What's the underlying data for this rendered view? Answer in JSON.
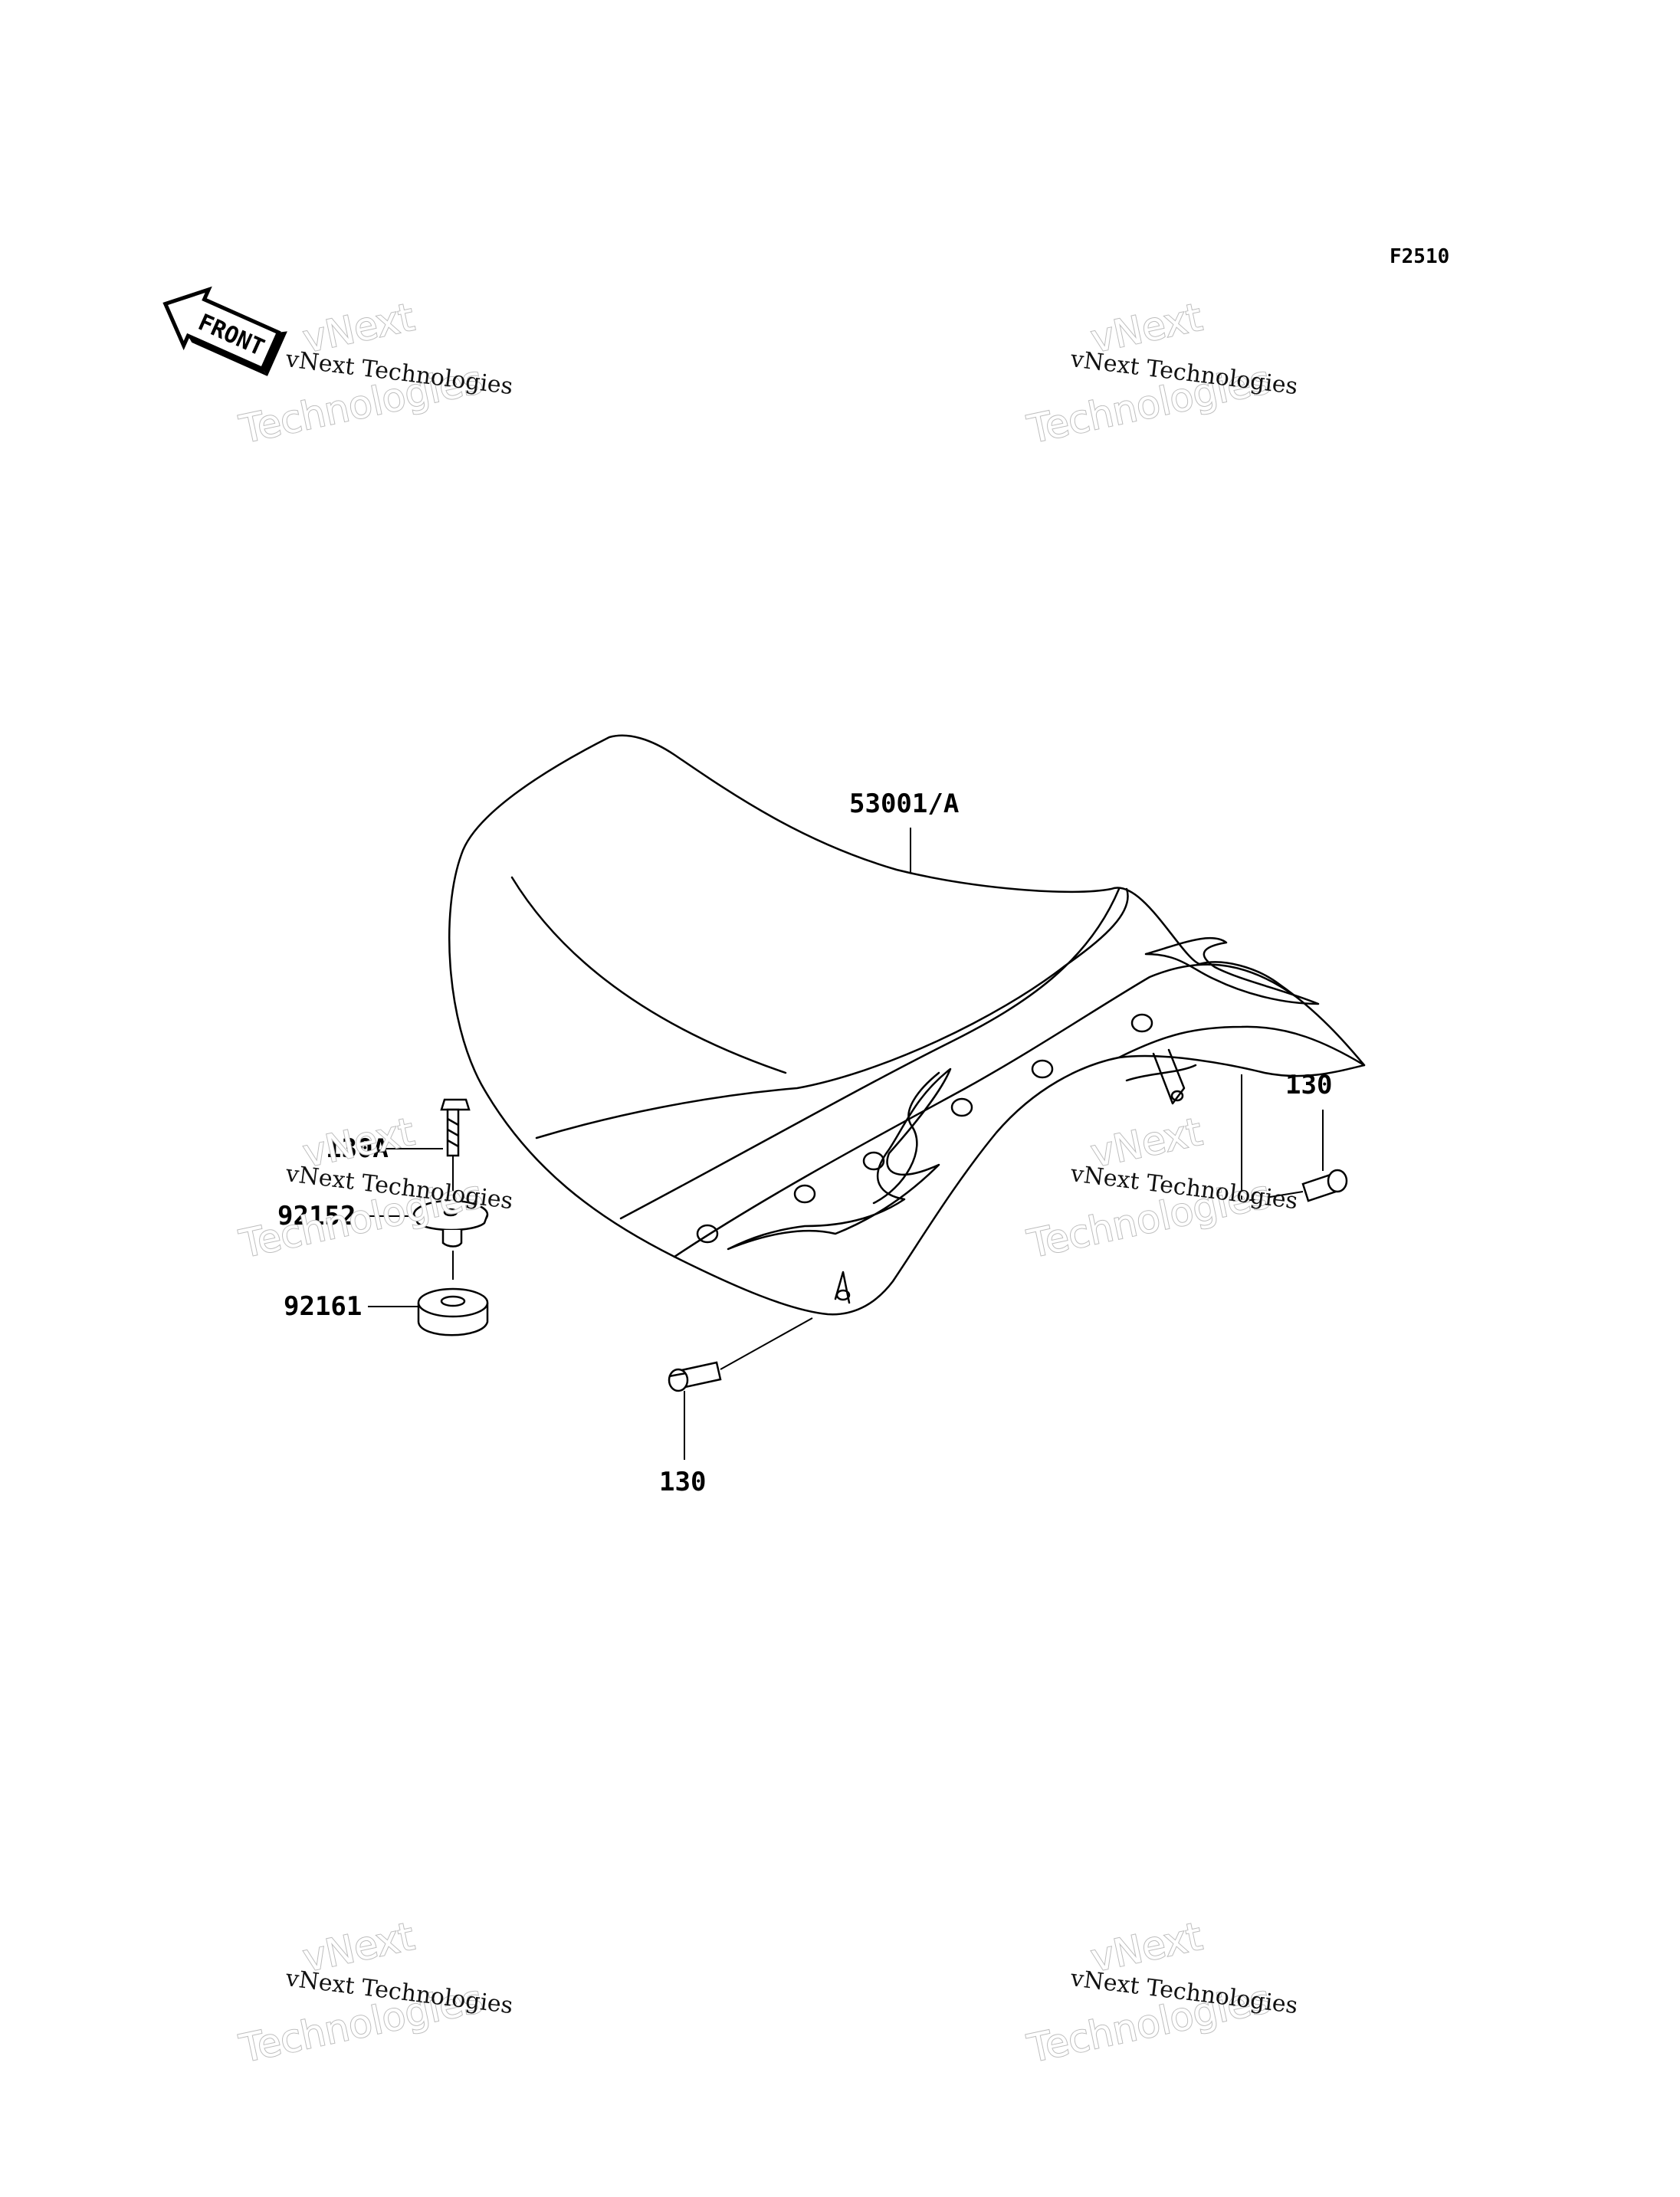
{
  "diagram": {
    "figure_code": "F2510",
    "front_label": "FRONT",
    "parts": [
      {
        "number": "53001/A"
      },
      {
        "number": "130"
      },
      {
        "number": "130A"
      },
      {
        "number": "92152"
      },
      {
        "number": "92161"
      },
      {
        "number": "130"
      }
    ]
  },
  "watermark": {
    "small": "vNext Technologies",
    "big_top": "vNext",
    "big_bottom": "Technologies"
  }
}
